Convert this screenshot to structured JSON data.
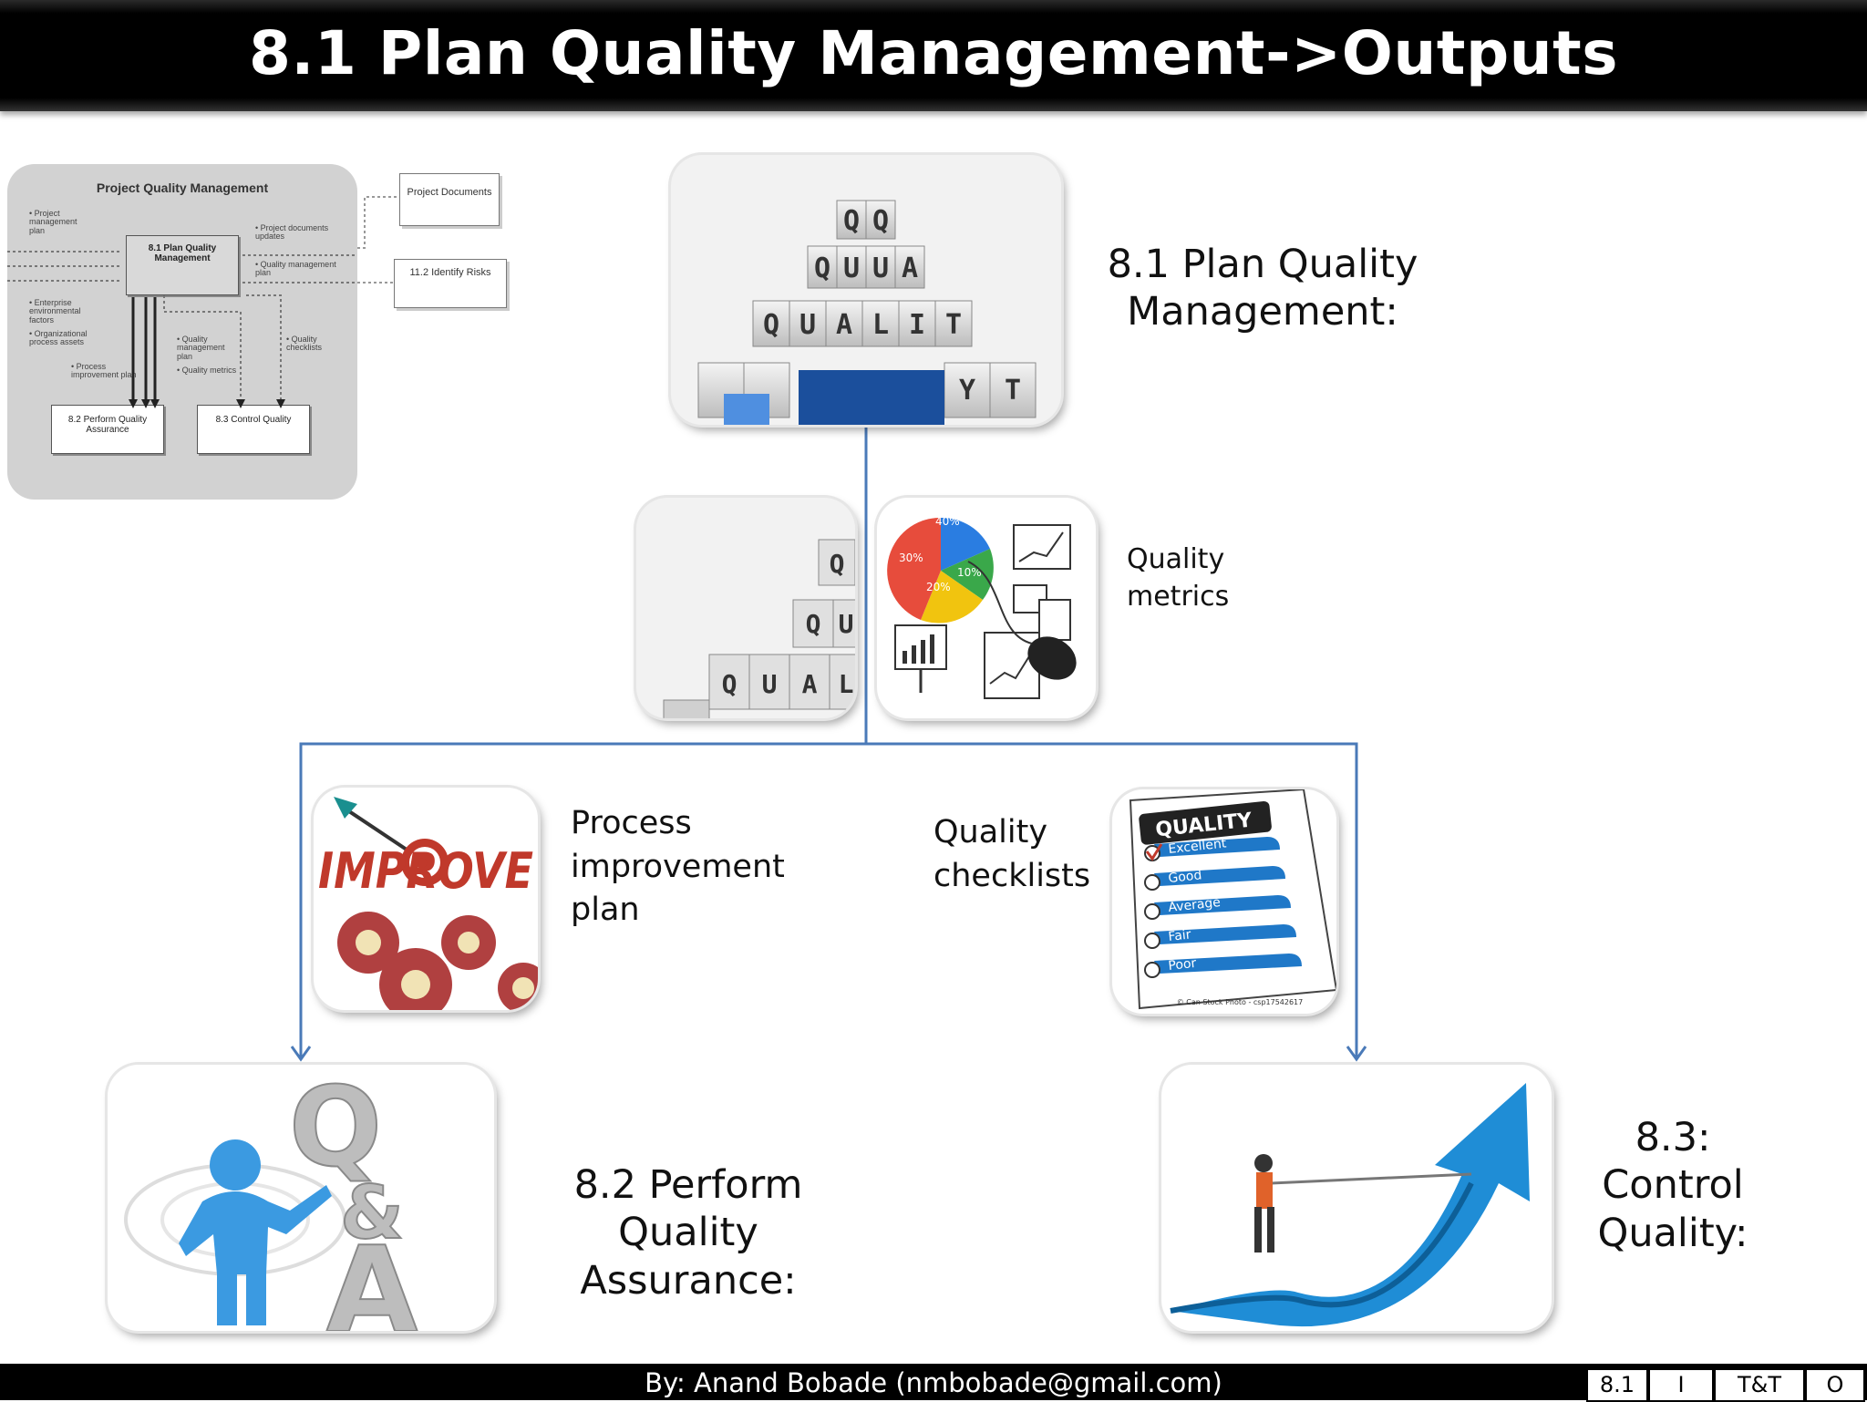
{
  "title": "8.1 Plan Quality Management->Outputs",
  "diagram": {
    "title": "Project Quality Management",
    "inputs": [
      "• Project management plan",
      "• Enterprise environmental factors",
      "• Organizational process assets"
    ],
    "center_box": "8.1 Plan Quality Management",
    "outputs_right": [
      "• Project documents updates",
      "• Quality management plan"
    ],
    "outputs_down": [
      "• Quality management plan",
      "• Quality metrics",
      "• Process improvement plan",
      "• Quality checklists"
    ],
    "box_pqa": "8.2 Perform Quality Assurance",
    "box_cq": "8.3 Control Quality",
    "doc_project": "Project Documents",
    "doc_risks": "11.2 Identify Risks"
  },
  "nodes": {
    "plan_quality": "8.1 Plan Quality Management:",
    "quality_metrics": "Quality metrics",
    "process_improvement": "Process improvement plan",
    "quality_checklists": "Quality checklists",
    "perform_qa": "8.2 Perform Quality Assurance:",
    "control_quality": "8.3: Control Quality:"
  },
  "images": {
    "quality_cubes_letters": [
      "Q",
      "Q",
      "Q",
      "U",
      "U",
      "A",
      "Q",
      "U",
      "A",
      "L",
      "I",
      "T",
      "Y"
    ],
    "metrics_pie": [
      "40%",
      "30%",
      "20%",
      "10%"
    ],
    "improve_word": "IMPROVE",
    "checklist_header": "QUALITY",
    "checklist_items": [
      "Excellent",
      "Good",
      "Average",
      "Fair",
      "Poor"
    ],
    "checklist_credit": "© Can Stock Photo - csp17542617",
    "qa_letters": [
      "Q",
      "&",
      "A"
    ]
  },
  "footer": {
    "credit": "By: Anand Bobade (nmbobade@gmail.com)",
    "nav": [
      "8.1",
      "I",
      "T&T",
      "O"
    ]
  },
  "colors": {
    "connector": "#4a7ab8",
    "title_bg": "#000000"
  }
}
